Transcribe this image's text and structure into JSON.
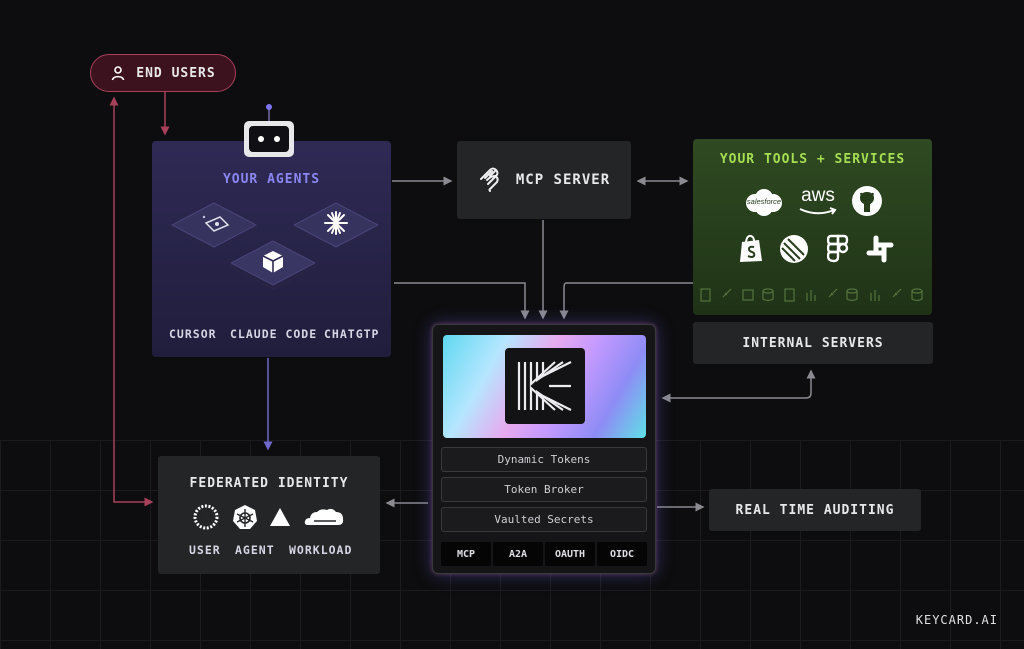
{
  "end_users": {
    "label": "END USERS",
    "icon": "user-icon"
  },
  "agents": {
    "title": "YOUR AGENTS",
    "items": [
      {
        "label": "CURSOR",
        "icon": "cursor-icon"
      },
      {
        "label": "CLAUDE CODE",
        "icon": "claude-code-icon"
      },
      {
        "label": "CHATGTP",
        "icon": "chatgpt-icon"
      }
    ],
    "accent": "#8c86f2"
  },
  "mcp_server": {
    "label": "MCP SERVER",
    "icon": "mcp-icon"
  },
  "tools": {
    "title": "YOUR TOOLS + SERVICES",
    "logos": [
      {
        "label": "salesforce",
        "icon": "salesforce-icon"
      },
      {
        "label": "aws",
        "icon": "aws-icon"
      },
      {
        "label": "",
        "icon": "github-icon"
      },
      {
        "label": "",
        "icon": "shopify-icon"
      },
      {
        "label": "",
        "icon": "linear-icon"
      },
      {
        "label": "",
        "icon": "figma-icon"
      },
      {
        "label": "",
        "icon": "slack-icon"
      }
    ],
    "accent": "#a6de52"
  },
  "internal_servers": {
    "label": "INTERNAL SERVERS"
  },
  "realtime_auditing": {
    "label": "REAL TIME AUDITING"
  },
  "federated_identity": {
    "title": "FEDERATED IDENTITY",
    "items": [
      {
        "label": "USER",
        "icon": "user-ring-icon"
      },
      {
        "label": "AGENT",
        "icon": "kubernetes-icon"
      },
      {
        "label": "WORKLOAD",
        "icon": "cloudflare-icon"
      }
    ]
  },
  "keycard": {
    "rows": [
      "Dynamic Tokens",
      "Token Broker",
      "Vaulted Secrets"
    ],
    "protocols": [
      "MCP",
      "A2A",
      "OAUTH",
      "OIDC"
    ],
    "logo_icon": "keycard-logo-icon"
  },
  "brand": "KEYCARD.AI"
}
